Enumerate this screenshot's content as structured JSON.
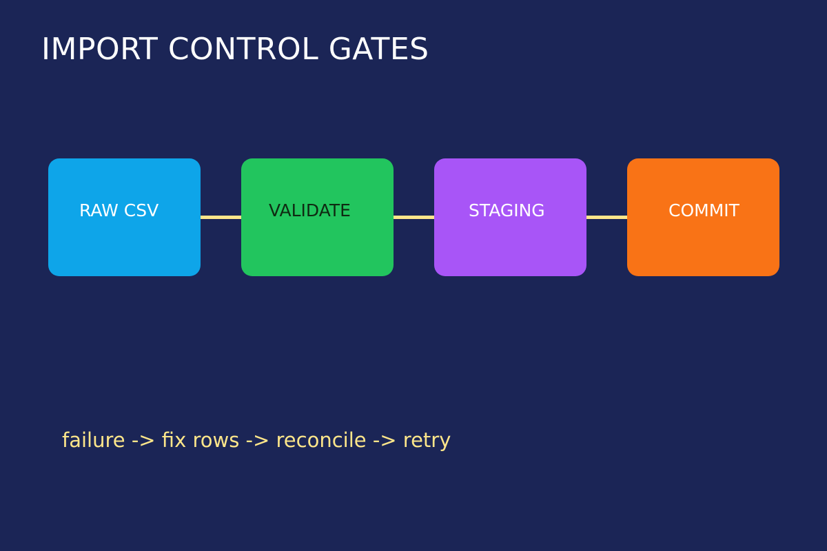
{
  "title": "IMPORT CONTROL GATES",
  "stages": [
    {
      "label": "RAW CSV",
      "color": "#0ea5e9"
    },
    {
      "label": "VALIDATE",
      "color": "#22c55e"
    },
    {
      "label": "STAGING",
      "color": "#a855f7"
    },
    {
      "label": "COMMIT",
      "color": "#f97316"
    }
  ],
  "connector_color": "#fde68a",
  "retry_path": "failure -> fix rows -> reconcile -> retry",
  "colors": {
    "background": "#1b2556",
    "title_text": "#ffffff",
    "note_text": "#fde68a"
  }
}
